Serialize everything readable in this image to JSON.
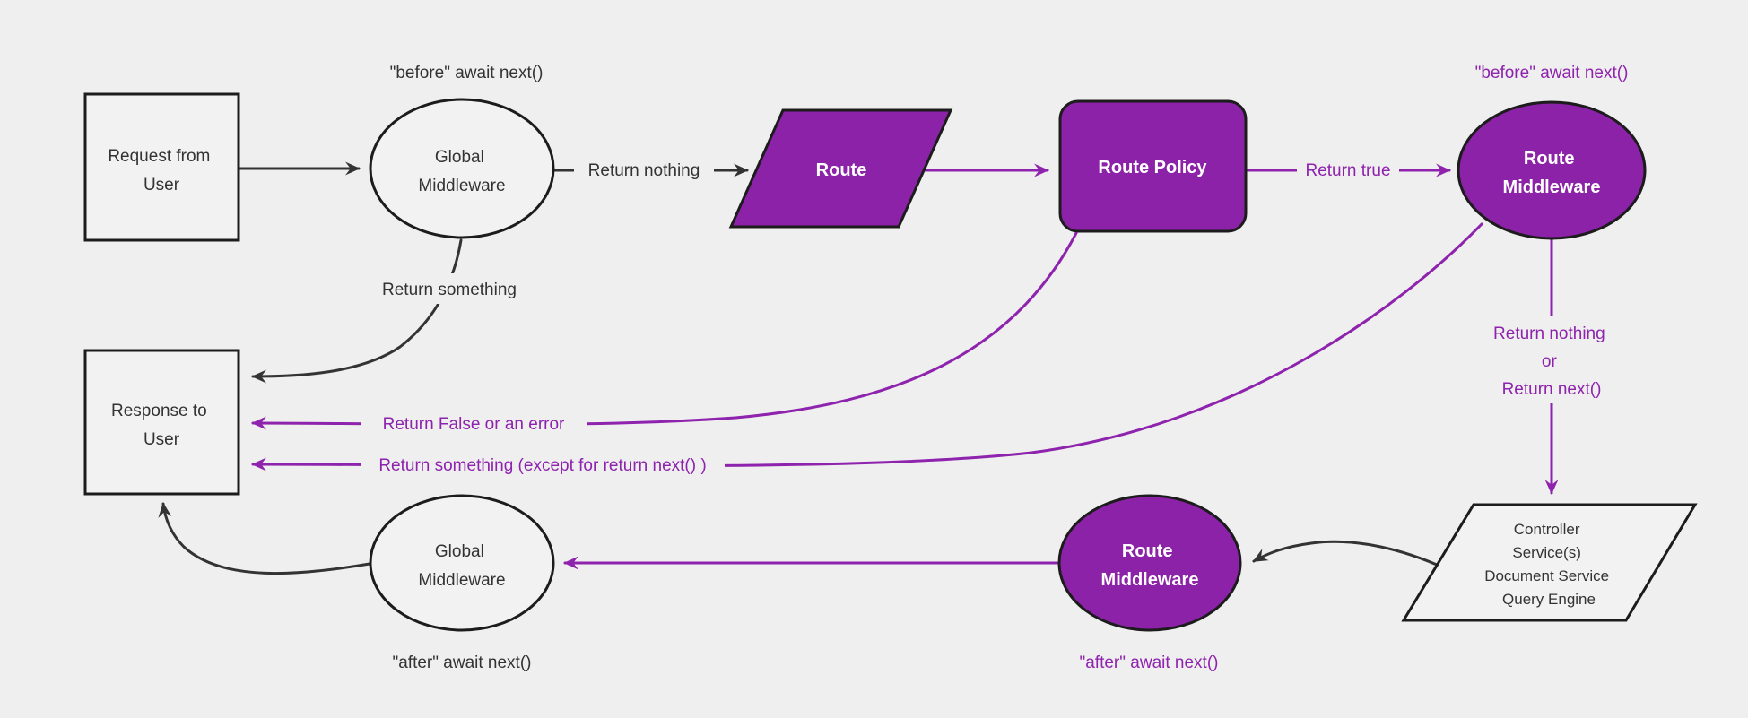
{
  "colors": {
    "bg": "#efefef",
    "ink": "#333333",
    "stroke": "#1c1c1c",
    "node_fill": "#f2f2f2",
    "purple": "#8c22a8",
    "purple_line": "#8e23ad",
    "white": "#ffffff"
  },
  "nodes": {
    "request_from_user": {
      "lines": [
        "Request from",
        "User"
      ]
    },
    "global_middleware_top": {
      "lines": [
        "Global",
        "Middleware"
      ]
    },
    "route": {
      "label": "Route"
    },
    "route_policy": {
      "label": "Route Policy"
    },
    "route_middleware_top": {
      "lines": [
        "Route",
        "Middleware"
      ]
    },
    "response_to_user": {
      "lines": [
        "Response to",
        "User"
      ]
    },
    "controller_stack": {
      "lines": [
        "Controller",
        "Service(s)",
        "Document Service",
        "Query Engine"
      ]
    },
    "route_middleware_bottom": {
      "lines": [
        "Route",
        "Middleware"
      ]
    },
    "global_middleware_bottom": {
      "lines": [
        "Global",
        "Middleware"
      ]
    }
  },
  "edge_labels": {
    "before_await_next_global": "\"before\" await next()",
    "return_nothing_top": "Return nothing",
    "return_something_global": "Return something",
    "return_true": "Return true",
    "before_await_next_route": "\"before\" await next()",
    "return_false_or_error": "Return False or an error",
    "return_something_except": "Return something (except for return next() )",
    "return_nothing_or_next": {
      "lines": [
        "Return nothing",
        "or",
        "Return next()"
      ]
    },
    "after_await_next_route": "\"after\" await next()",
    "after_await_next_global": "\"after\" await next()"
  }
}
